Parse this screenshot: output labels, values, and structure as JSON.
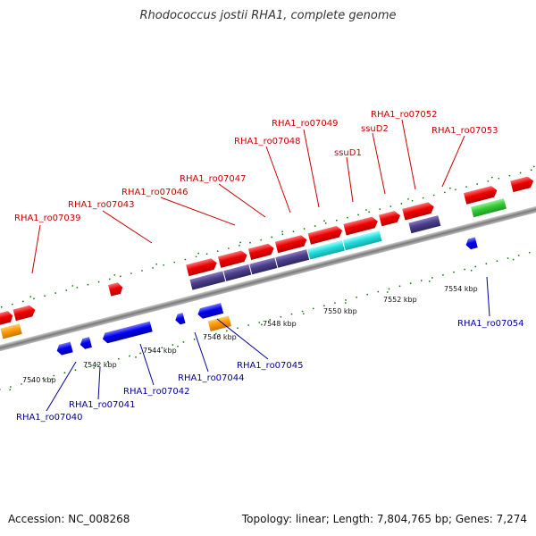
{
  "title": "Rhodococcus jostii RHA1, complete genome",
  "footer": {
    "accession": "Accession: NC_008268",
    "topology": "Topology: linear; Length: 7,804,765 bp; Genes: 7,274"
  },
  "colors": {
    "backbone": "#888888",
    "red": "#ff0000",
    "purple": "#4b3f8a",
    "cyan": "#22dddd",
    "green": "#33cc33",
    "orange": "#ff9900",
    "blue": "#0000ee",
    "tick": "#007700",
    "label_top": "#cc0000",
    "label_bottom": "#000099"
  },
  "scale_ticks": [
    "7540 kbp",
    "7542 kbp",
    "7544 kbp",
    "7546 kbp",
    "7548 kbp",
    "7550 kbp",
    "7552 kbp",
    "7554 kbp"
  ],
  "labels_top": [
    "RHA1_ro07039",
    "RHA1_ro07043",
    "RHA1_ro07046",
    "RHA1_ro07047",
    "RHA1_ro07048",
    "RHA1_ro07049",
    "ssuD1",
    "ssuD2",
    "RHA1_ro07052",
    "RHA1_ro07053"
  ],
  "labels_bottom": [
    "RHA1_ro07040",
    "RHA1_ro07041",
    "RHA1_ro07042",
    "RHA1_ro07044",
    "RHA1_ro07045",
    "RHA1_ro07054"
  ]
}
